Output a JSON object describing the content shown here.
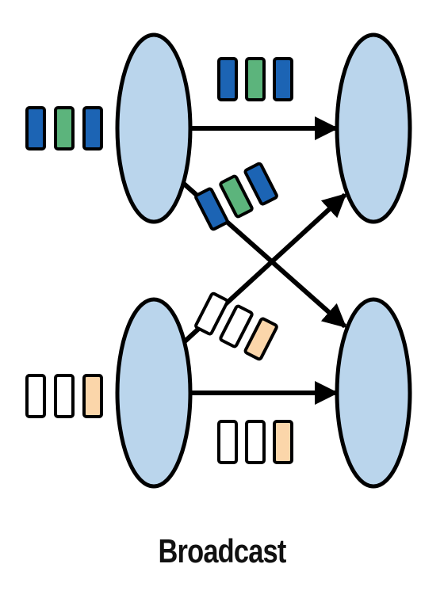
{
  "caption": "Broadcast",
  "colors": {
    "node_fill": "#bad5ec",
    "node_stroke": "#000000",
    "edge": "#000000",
    "blue": "#1c64b4",
    "green": "#5cb47c",
    "white": "#ffffff",
    "peach": "#fbd6aa"
  },
  "nodes": [
    {
      "id": "source-top",
      "role": "source"
    },
    {
      "id": "source-bottom",
      "role": "source"
    },
    {
      "id": "target-top",
      "role": "target"
    },
    {
      "id": "target-bottom",
      "role": "target"
    }
  ],
  "streams": {
    "top": [
      "blue",
      "green",
      "blue"
    ],
    "bottom": [
      "white",
      "white",
      "peach"
    ]
  }
}
